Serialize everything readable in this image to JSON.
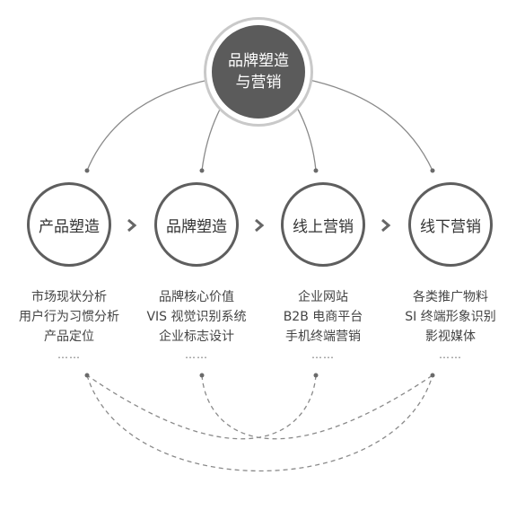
{
  "center": {
    "line1": "品牌塑造",
    "line2": "与营销"
  },
  "stages": [
    {
      "label": "产品塑造",
      "items": [
        "市场现状分析",
        "用户行为习惯分析",
        "产品定位"
      ],
      "more": "……"
    },
    {
      "label": "品牌塑造",
      "items": [
        "品牌核心价值",
        "VIS 视觉识别系统",
        "企业标志设计"
      ],
      "more": "……"
    },
    {
      "label": "线上营销",
      "items": [
        "企业网站",
        "B2B 电商平台",
        "手机终端营销"
      ],
      "more": "……"
    },
    {
      "label": "线下营销",
      "items": [
        "各类推广物料",
        "SI 终端形象识别",
        "影视媒体"
      ],
      "more": "……"
    }
  ],
  "colors": {
    "center_fill": "#5b5b5b",
    "node_border": "#5e5e5e",
    "line": "#8a8a8a"
  },
  "icons": {
    "separator": "chevron-right-icon"
  }
}
